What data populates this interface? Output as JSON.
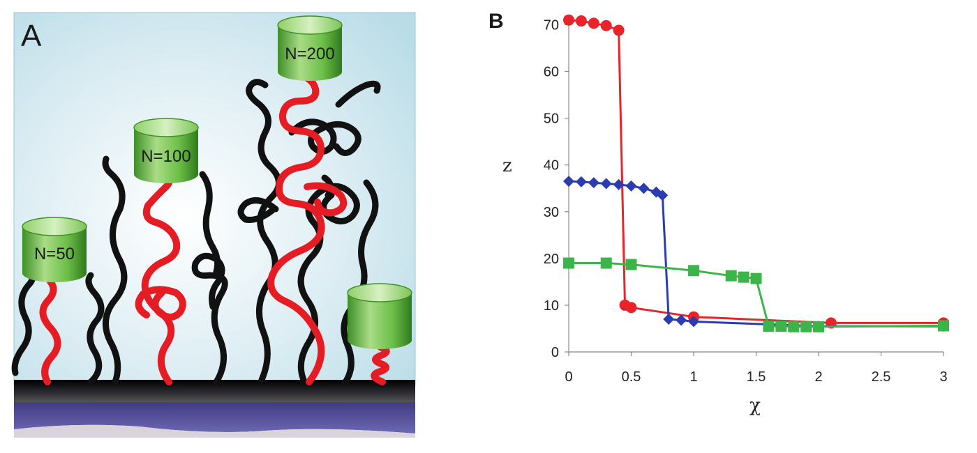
{
  "panel_a": {
    "letter": "A",
    "labels": [
      "N=50",
      "N=100",
      "N=200"
    ]
  },
  "panel_b": {
    "letter": "B"
  },
  "colors": {
    "sky": "#c3e0ea",
    "polymer": "#111111",
    "chain": "#e51c23",
    "can": "#5cae3c",
    "substrate": "#1c1c24",
    "purple": "#57509a"
  },
  "chart_data": {
    "type": "line",
    "xlabel": "χ",
    "ylabel": "z",
    "xlim": [
      0,
      3
    ],
    "ylim": [
      0,
      72
    ],
    "x_ticks": [
      "0",
      "0.5",
      "1",
      "1.5",
      "2",
      "2.5",
      "3"
    ],
    "y_ticks": [
      "0",
      "10",
      "20",
      "30",
      "40",
      "50",
      "60",
      "70"
    ],
    "grid": false,
    "legend": "none",
    "series": [
      {
        "color": "#e8232a",
        "marker": "circle",
        "x": [
          0,
          0.1,
          0.2,
          0.3,
          0.4,
          0.45,
          0.5,
          1.0,
          2.1,
          3.0
        ],
        "y": [
          71,
          70.8,
          70.3,
          69.8,
          68.8,
          10,
          9.5,
          7.5,
          6.2,
          6.2
        ]
      },
      {
        "color": "#2b3bb0",
        "marker": "diamond",
        "x": [
          0,
          0.1,
          0.2,
          0.3,
          0.4,
          0.5,
          0.6,
          0.7,
          0.75,
          0.8,
          0.9,
          1.0,
          2.0,
          3.0
        ],
        "y": [
          36.5,
          36.4,
          36.2,
          36.0,
          35.8,
          35.5,
          35.0,
          34.2,
          33.5,
          7,
          6.8,
          6.5,
          5.5,
          5.5
        ]
      },
      {
        "color": "#3bb54a",
        "marker": "square",
        "x": [
          0,
          0.3,
          0.5,
          1.0,
          1.3,
          1.4,
          1.5,
          1.6,
          1.7,
          1.8,
          1.9,
          2.0,
          3.0
        ],
        "y": [
          19,
          19,
          18.7,
          17.4,
          16.3,
          16,
          15.7,
          5.5,
          5.5,
          5.4,
          5.4,
          5.4,
          5.6
        ]
      }
    ]
  }
}
